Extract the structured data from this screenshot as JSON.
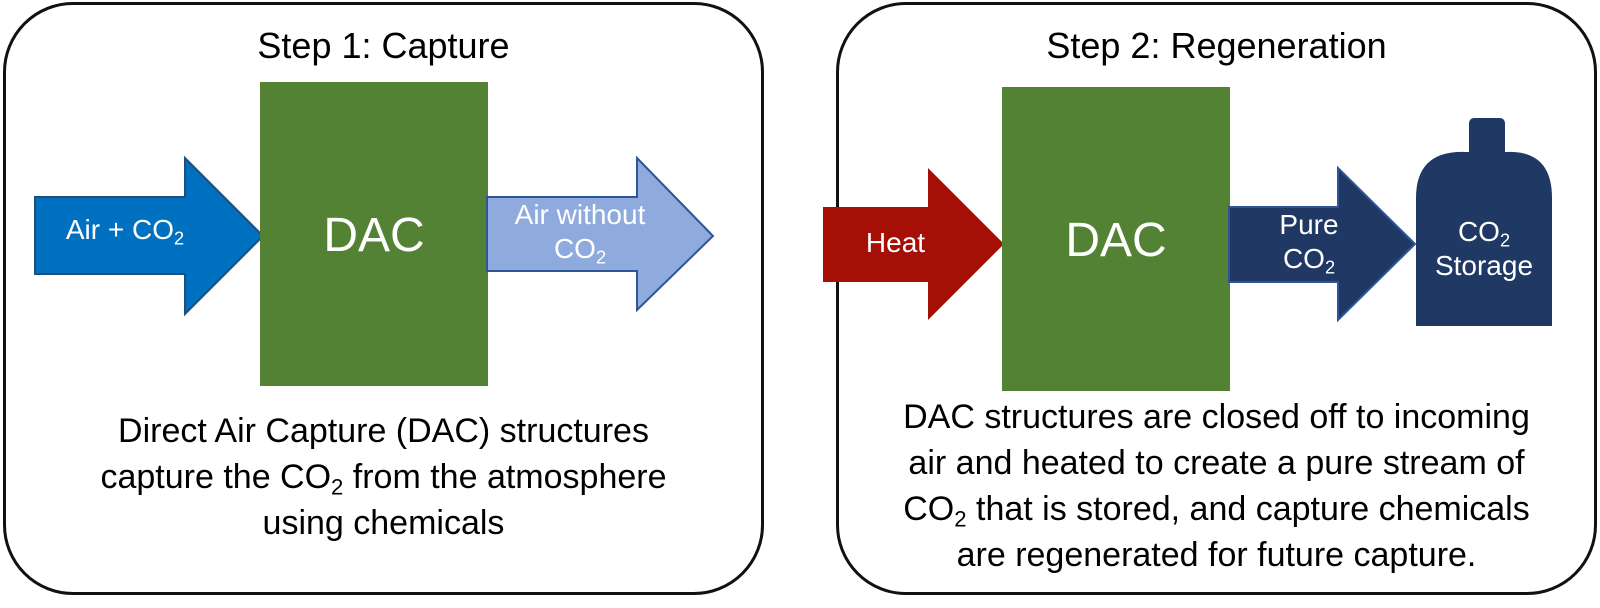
{
  "step1": {
    "title": "Step 1: Capture",
    "input_label_pre": "Air + CO",
    "input_label_sub": "2",
    "dac_label": "DAC",
    "output_label_line1": "Air without",
    "output_label_pre": "CO",
    "output_label_sub": "2",
    "desc_line1": "Direct Air Capture (DAC) structures",
    "desc_line2_pre": "capture the CO",
    "desc_line2_sub": "2",
    "desc_line2_post": " from the atmosphere",
    "desc_line3": "using chemicals"
  },
  "step2": {
    "title": "Step 2: Regeneration",
    "input_label": "Heat",
    "dac_label": "DAC",
    "output_label_line1": "Pure",
    "output_label_pre": "CO",
    "output_label_sub": "2",
    "storage_pre": "CO",
    "storage_sub": "2",
    "storage_line2": "Storage",
    "desc_line1": "DAC structures are closed off to incoming",
    "desc_line2": "air and heated to create a pure stream of",
    "desc_line3_pre": "CO",
    "desc_line3_sub": "2",
    "desc_line3_post": " that is stored, and capture chemicals",
    "desc_line4": "are regenerated for future capture."
  },
  "colors": {
    "dac_green": "#548235",
    "air_blue": "#0070C0",
    "air_light": "#8FAADC",
    "heat_red": "#A50F05",
    "dark_navy": "#203864"
  }
}
